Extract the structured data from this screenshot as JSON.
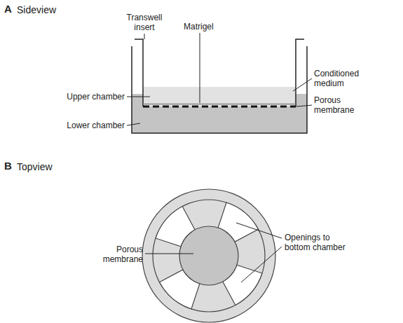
{
  "diagram": {
    "labels": [
      "A",
      "Sideview",
      "Transwell insert",
      "Matrigel",
      "Conditioned medium",
      "Upper chamber",
      "Lower chamber",
      "Porous membrane",
      "B",
      "Topview",
      "Porous membrane",
      "Openings to bottom chamber"
    ]
  }
}
